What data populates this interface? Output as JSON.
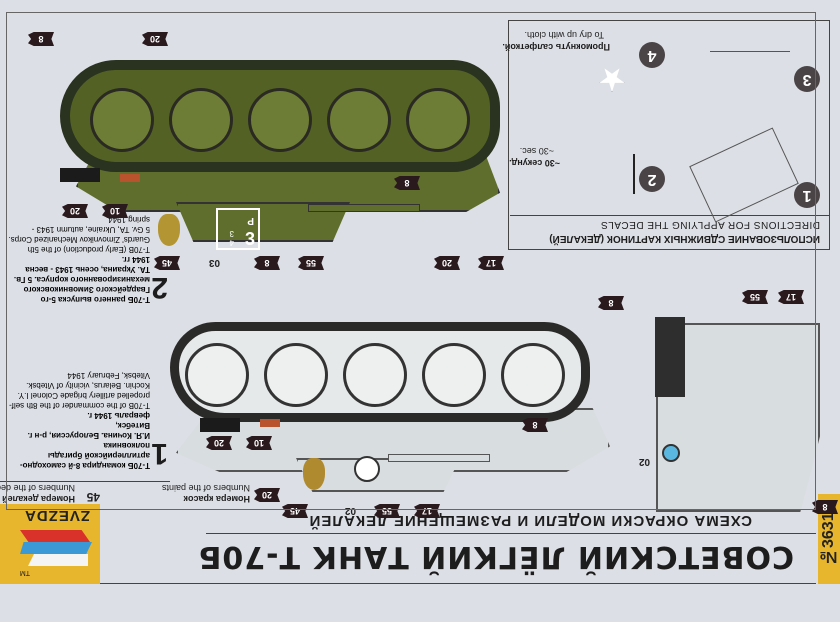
{
  "header": {
    "catalog_number": "№3631",
    "title_ru": "СОВЕТСКИЙ ЛЁГКИЙ ТАНК Т-70Б",
    "subtitle_ru": "СХЕМА ОКРАСКИ МОДЕЛИ И РАЗМЕЩЕНИЕ ДЕКАЛЕЙ",
    "brand": "ZVEZDA",
    "trademark": "TM"
  },
  "legend": {
    "paints_ru": "Номера красок",
    "paints_en": "Numbers of the paints",
    "paints_example": "20",
    "decals_ru": "Номера декалей",
    "decals_en": "Numbers of the decals",
    "decals_example": "45"
  },
  "variants": [
    {
      "number": "1",
      "text_ru": [
        "Т-70Б командира 8-й самоходно-",
        "артиллерийской бригады полковника",
        "И.Я. Кочина. Белоруссия, р-н г. Витебск,",
        "февраль 1944 г."
      ],
      "text_en": [
        "T-70B of the commander of the 8th self-",
        "propelled artillery brigade Colonel I.Y.",
        "Kochin. Belarus, vicinity of Vitebsk.",
        "Vitebsk, February 1944"
      ]
    },
    {
      "number": "2",
      "text_ru": [
        "Т-70Б раннего выпуска 5-го",
        "Гвардейского Зимовниковского",
        "механизированного корпуса. 5 Гв.",
        "ТА. Украина, осень 1943 - весна",
        "1944 гг."
      ],
      "text_en": [
        "T-70B (Early production) of the 5th",
        "Guards' Zimovnikov Mechanized Corps.",
        "5 Gv. TA, Ukraine, autumn 1943 -",
        "spring 1944."
      ]
    }
  ],
  "callouts": {
    "variant1_side": [
      "17",
      "55",
      "02",
      "45",
      "20",
      "10",
      "8",
      "20",
      "17"
    ],
    "variant1_top": [
      "55",
      "17",
      "8",
      "02",
      "8"
    ],
    "variant2_side": [
      "8",
      "20",
      "20",
      "10",
      "45",
      "03",
      "8",
      "55",
      "8"
    ]
  },
  "turret_marking": {
    "big": "3",
    "small1": "4",
    "small2": "3",
    "letter": "Р"
  },
  "directions": {
    "title_ru": "ИСПОЛЬЗОВАНИЕ СДВИЖНЫХ КАРТИНОК (ДЕКАЛЕЙ)",
    "title_en": "DIRECTIONS  FOR APPLYING THE DECALS",
    "steps": [
      {
        "number": "1",
        "text_ru": "",
        "text_en": ""
      },
      {
        "number": "2",
        "text_ru": "~30 секунд.",
        "text_en": "~30 sec."
      },
      {
        "number": "3",
        "text_ru": "",
        "text_en": ""
      },
      {
        "number": "4",
        "text_ru": "Промокнуть салфеткой.",
        "text_en": "To dry up with cloth."
      }
    ]
  },
  "colors": {
    "olive": "#5f6e2c",
    "winter_white": "#d8dde0",
    "zvezda_yellow": "#e8b62c",
    "callout": "#2a1a1e"
  }
}
